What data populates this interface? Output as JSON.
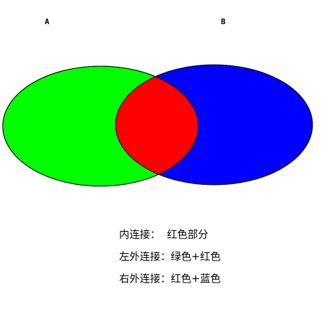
{
  "labels": {
    "a": "A",
    "b": "B"
  },
  "colors": {
    "left_only": "#00ff00",
    "right_only": "#0000ff",
    "intersection": "#ff0000",
    "outline": "#000000"
  },
  "captions": {
    "inner_join": "内连接：  红色部分",
    "left_outer_join": "左外连接：绿色+红色",
    "right_outer_join": "右外连接：红色+蓝色"
  }
}
